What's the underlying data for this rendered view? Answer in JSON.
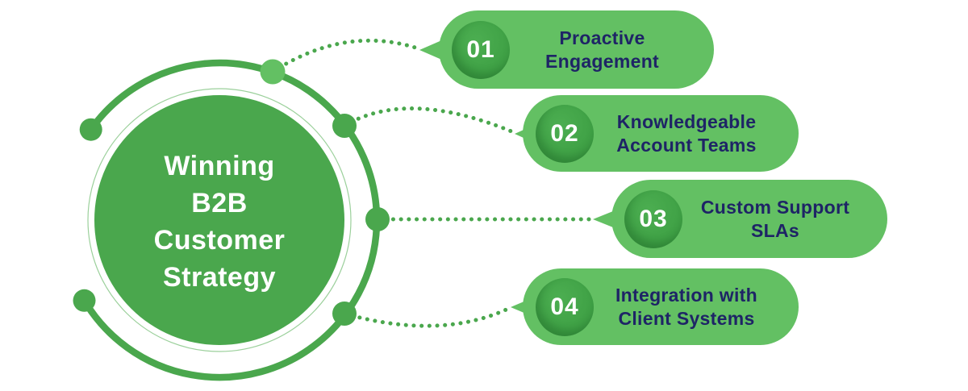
{
  "palette": {
    "green_dark": "#4aa74d",
    "green_light": "#63c063",
    "badge_green": "#41a347",
    "text_navy": "#1e2466",
    "text_white": "#ffffff"
  },
  "center": {
    "title_lines": [
      "Winning",
      "B2B",
      "Customer",
      "Strategy"
    ]
  },
  "items": [
    {
      "number": "01",
      "label_lines": [
        "Proactive",
        "Engagement"
      ]
    },
    {
      "number": "02",
      "label_lines": [
        "Knowledgeable",
        "Account Teams"
      ]
    },
    {
      "number": "03",
      "label_lines": [
        "Custom Support",
        "SLAs"
      ]
    },
    {
      "number": "04",
      "label_lines": [
        "Integration with",
        "Client Systems"
      ]
    }
  ]
}
